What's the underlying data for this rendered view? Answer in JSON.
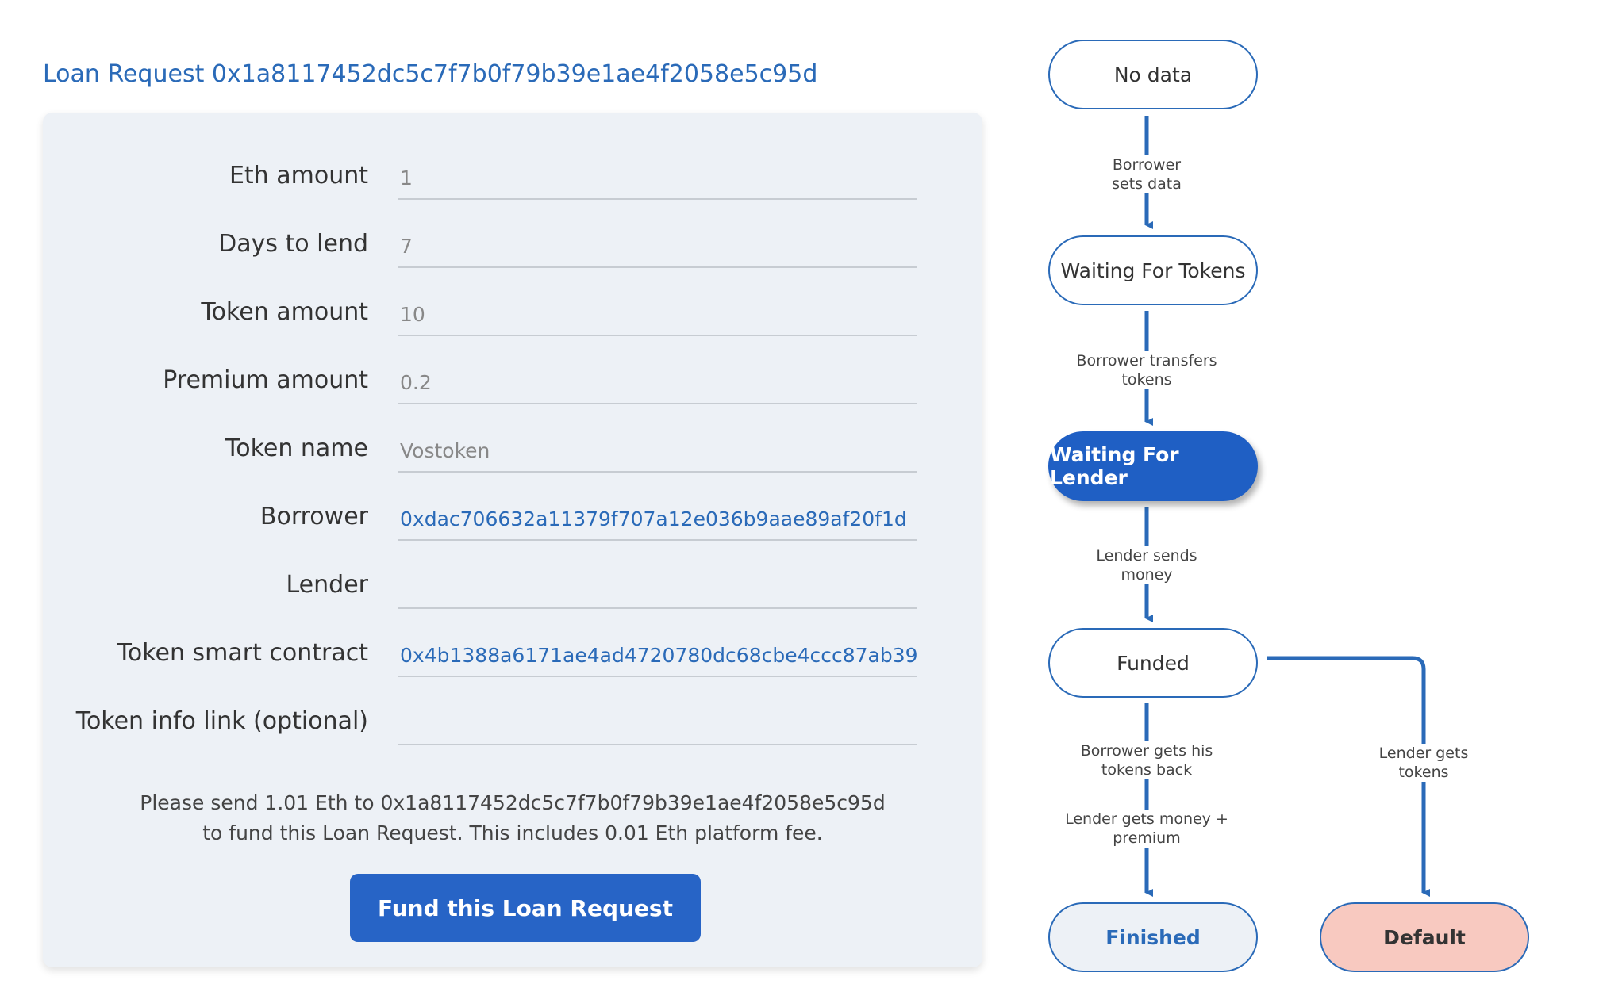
{
  "page_title": "Loan Request 0x1a8117452dc5c7f7b0f79b39e1ae4f2058e5c95d",
  "form": {
    "fields": [
      {
        "label": "Eth amount",
        "value": "1"
      },
      {
        "label": "Days to lend",
        "value": "7"
      },
      {
        "label": "Token amount",
        "value": "10"
      },
      {
        "label": "Premium amount",
        "value": "0.2"
      },
      {
        "label": "Token name",
        "value": "Vostoken"
      },
      {
        "label": "Borrower",
        "value": "0xdac706632a11379f707a12e036b9aae89af20f1d"
      },
      {
        "label": "Lender",
        "value": ""
      },
      {
        "label": "Token smart contract",
        "value": "0x4b1388a6171ae4ad4720780dc68cbe4ccc87ab39"
      },
      {
        "label": "Token info link (optional)",
        "value": ""
      }
    ],
    "notice_line1": "Please send 1.01 Eth to 0x1a8117452dc5c7f7b0f79b39e1ae4f2058e5c95d",
    "notice_line2": "to fund this Loan Request. This includes 0.01 Eth platform fee.",
    "fund_button_label": "Fund this Loan Request"
  },
  "flow": {
    "nodes": {
      "no_data": "No data",
      "waiting_for_tokens": "Waiting For Tokens",
      "waiting_for_lender": "Waiting For Lender",
      "funded": "Funded",
      "finished": "Finished",
      "default": "Default"
    },
    "edges": {
      "borrower_sets_data": [
        "Borrower",
        "sets data"
      ],
      "borrower_transfers_tokens": [
        "Borrower transfers",
        "tokens"
      ],
      "lender_sends_money": [
        "Lender sends",
        "money"
      ],
      "borrower_gets_tokens_back": [
        "Borrower gets his",
        "tokens back"
      ],
      "lender_gets_money_premium": [
        "Lender gets money +",
        "premium"
      ],
      "lender_gets_tokens": [
        "Lender gets",
        "tokens"
      ]
    },
    "active_node": "waiting_for_lender"
  },
  "colors": {
    "accent": "#2a6ab8",
    "button": "#2764c6",
    "card_bg": "#edf1f6",
    "default_node": "#f8c9c0"
  }
}
